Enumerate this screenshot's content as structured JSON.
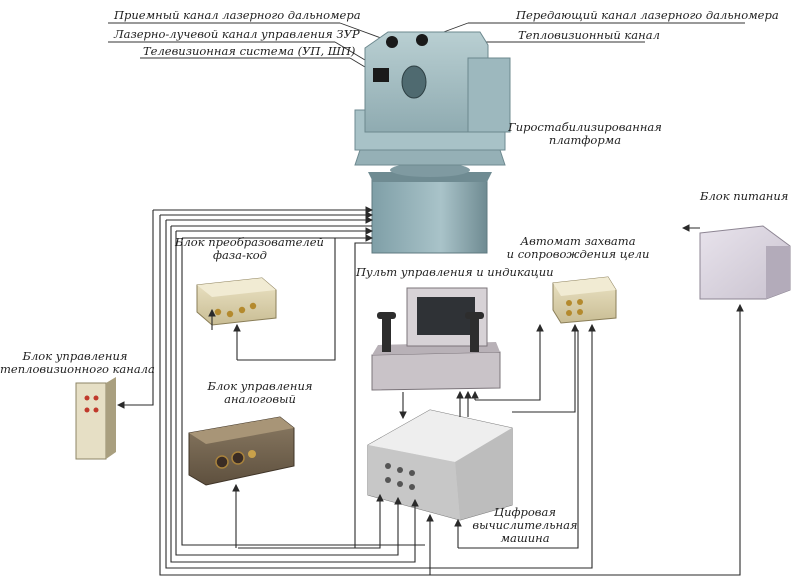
{
  "callouts": {
    "receiving_channel": "Приемный канал лазерного дальномера",
    "laser_beam_channel": "Лазерно-лучевой канал управления ЗУР",
    "tv_system": "Телевизионная система (УП, ШП)",
    "transmitting_channel": "Передающий канал лазерного дальномера",
    "thermal_channel": "Тепловизионный канал"
  },
  "units": {
    "gyro_platform": [
      "Гиростабилизированная",
      "платформа"
    ],
    "phase_code": [
      "Блок преобразователей",
      "фаза-код"
    ],
    "control_panel": "Пульт управления и индикации",
    "tracker": [
      "Автомат захвата",
      "и сопровождения цели"
    ],
    "power_supply": "Блок питания",
    "thermal_control": [
      "Блок управления",
      "тепловизионного канала"
    ],
    "analog_control": [
      "Блок управления",
      "аналоговый"
    ],
    "computer": [
      "Цифровая",
      "вычислительная",
      "машина"
    ]
  }
}
